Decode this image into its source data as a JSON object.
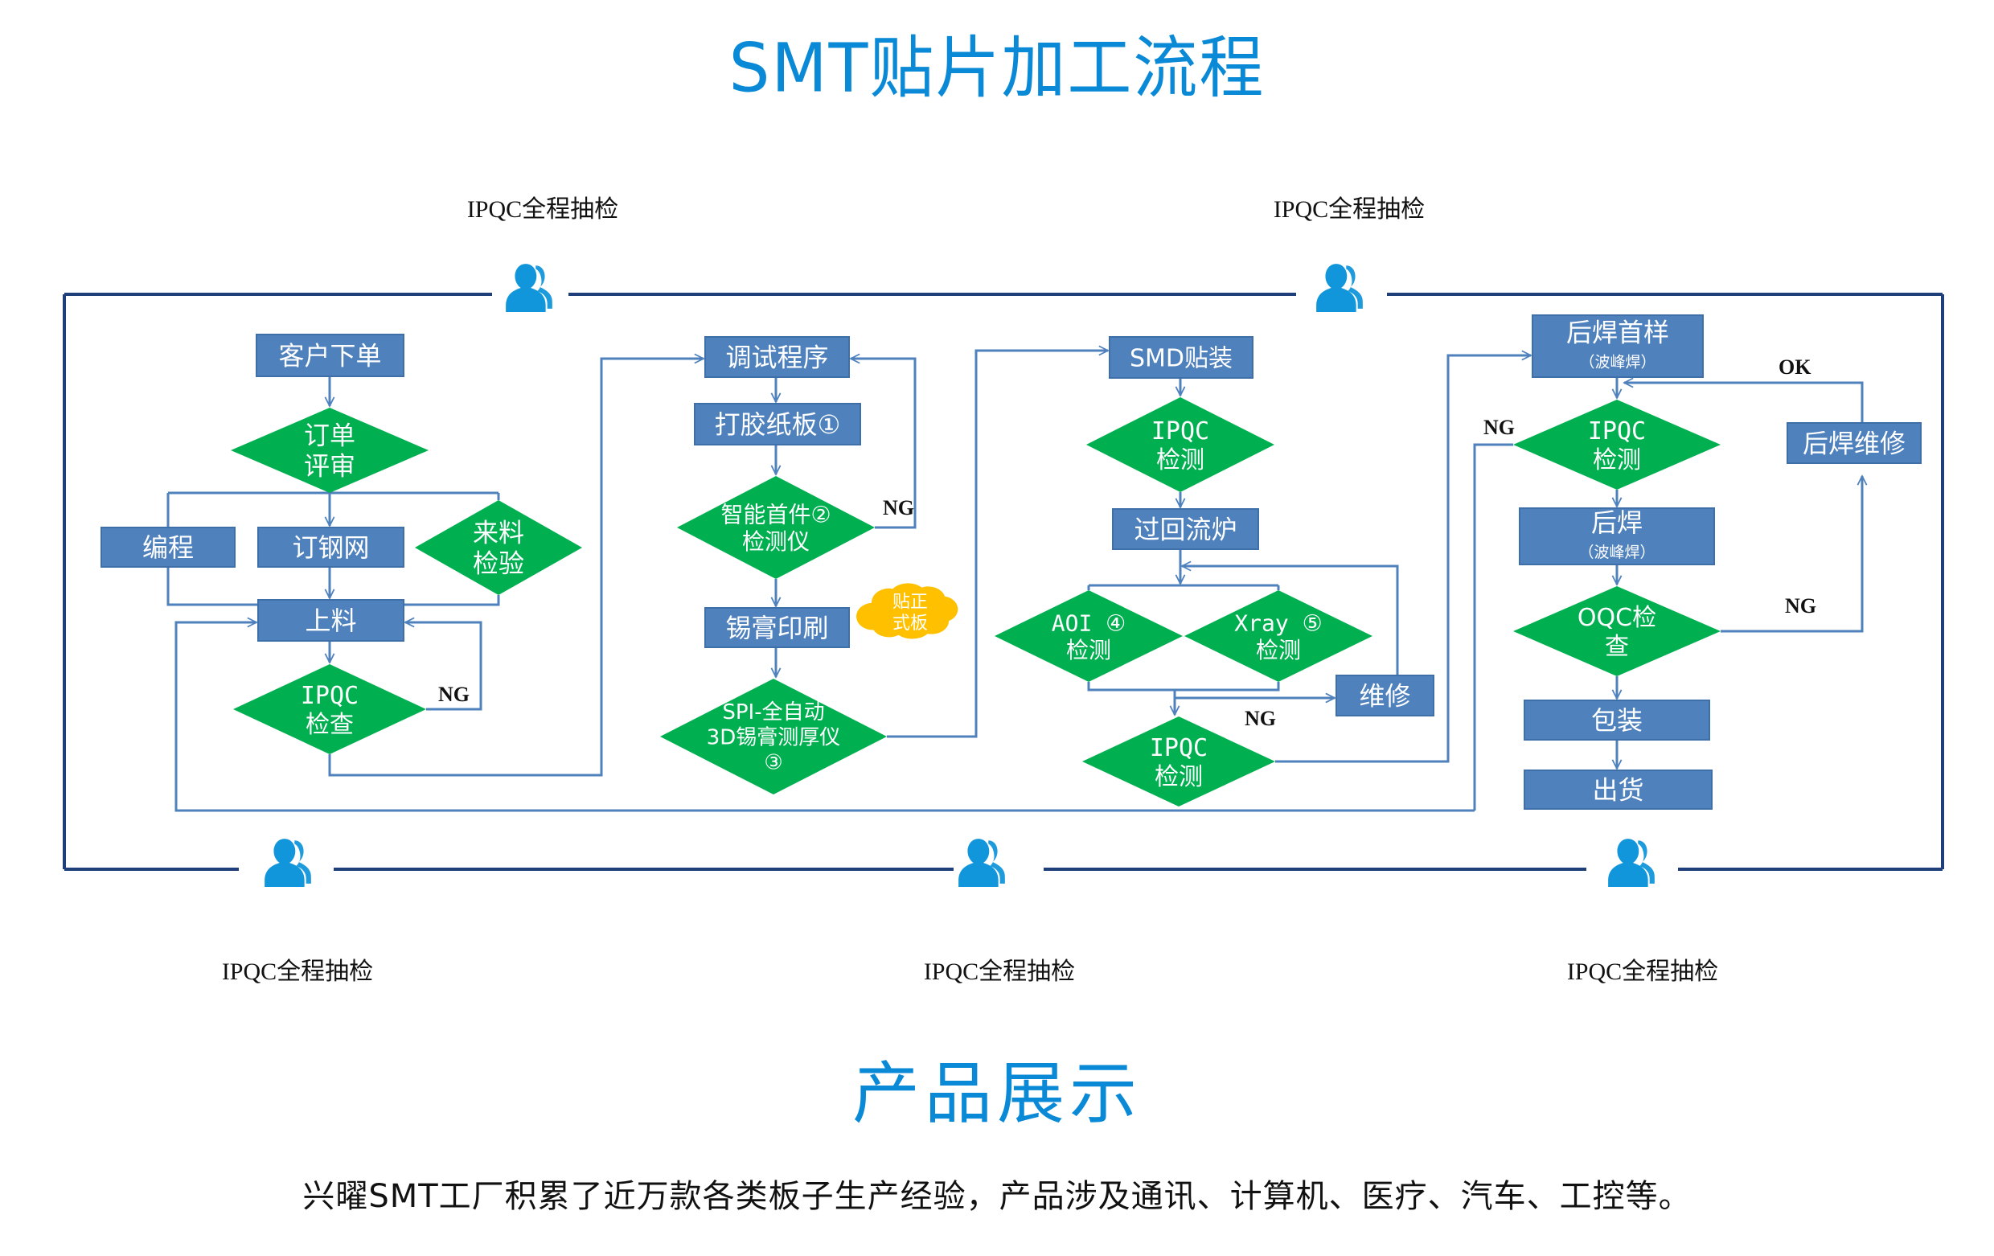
{
  "header": {
    "title": "SMT贴片加工流程"
  },
  "colors": {
    "title": "#0a8ad6",
    "process_box": "#4f81bd",
    "decision_diamond": "#00b050",
    "connector": "#4f81bd",
    "frame": "#1f3f7a",
    "person_icon": "#1296db",
    "note_cloud": "#ffc000"
  },
  "inspection_points": [
    {
      "label": "IPQC全程抽检",
      "position": "top"
    },
    {
      "label": "IPQC全程抽检",
      "position": "top"
    },
    {
      "label": "IPQC全程抽检",
      "position": "bottom"
    },
    {
      "label": "IPQC全程抽检",
      "position": "bottom"
    },
    {
      "label": "IPQC全程抽检",
      "position": "bottom"
    }
  ],
  "nodes": {
    "customer_order": {
      "type": "process",
      "lines": [
        "客户下单"
      ]
    },
    "order_review": {
      "type": "decision",
      "lines": [
        "订单",
        "评审"
      ]
    },
    "programming": {
      "type": "process",
      "lines": [
        "编程"
      ]
    },
    "order_stencil": {
      "type": "process",
      "lines": [
        "订钢网"
      ]
    },
    "incoming_inspection": {
      "type": "decision",
      "lines": [
        "来料",
        "检验"
      ]
    },
    "loading": {
      "type": "process",
      "lines": [
        "上料"
      ]
    },
    "ipqc_check_1": {
      "type": "decision",
      "lines": [
        "IPQC",
        "检查"
      ]
    },
    "debug_program": {
      "type": "process",
      "lines": [
        "调试程序"
      ]
    },
    "glue_board": {
      "type": "process",
      "lines": [
        "打胶纸板①"
      ]
    },
    "first_article": {
      "type": "decision",
      "lines": [
        "智能首件②",
        "检测仪"
      ]
    },
    "solder_paste_print": {
      "type": "process",
      "lines": [
        "锡膏印刷"
      ]
    },
    "formal_board_note": {
      "type": "note",
      "lines": [
        "贴正",
        "式板"
      ]
    },
    "spi": {
      "type": "decision",
      "lines": [
        "SPI-全自动",
        "3D锡膏测厚仪",
        "③"
      ]
    },
    "smd_mount": {
      "type": "process",
      "lines": [
        "SMD贴装"
      ]
    },
    "ipqc_detect_1": {
      "type": "decision",
      "lines": [
        "IPQC",
        "检测"
      ]
    },
    "reflow": {
      "type": "process",
      "lines": [
        "过回流炉"
      ]
    },
    "aoi": {
      "type": "decision",
      "lines": [
        "AOI  ④",
        "检测"
      ]
    },
    "xray": {
      "type": "decision",
      "lines": [
        "Xray  ⑤",
        "检测"
      ]
    },
    "repair": {
      "type": "process",
      "lines": [
        "维修"
      ]
    },
    "ipqc_detect_2": {
      "type": "decision",
      "lines": [
        "IPQC",
        "检测"
      ]
    },
    "post_weld_sample": {
      "type": "process",
      "lines": [
        "后焊首样",
        "（波峰焊）"
      ]
    },
    "ipqc_detect_3": {
      "type": "decision",
      "lines": [
        "IPQC",
        "检测"
      ]
    },
    "post_weld_repair": {
      "type": "process",
      "lines": [
        "后焊维修"
      ]
    },
    "post_weld": {
      "type": "process",
      "lines": [
        "后焊",
        "（波峰焊）"
      ]
    },
    "oqc_check": {
      "type": "decision",
      "lines": [
        "OQC检",
        "查"
      ]
    },
    "packaging": {
      "type": "process",
      "lines": [
        "包装"
      ]
    },
    "shipping": {
      "type": "process",
      "lines": [
        "出货"
      ]
    }
  },
  "edge_labels": {
    "ng_1": "NG",
    "ng_2": "NG",
    "ng_3": "NG",
    "ng_4": "NG",
    "ng_5": "NG",
    "ok_1": "OK"
  },
  "section2": {
    "title": "产品展示",
    "description": "兴曜SMT工厂积累了近万款各类板子生产经验，产品涉及通讯、计算机、医疗、汽车、工控等。"
  }
}
